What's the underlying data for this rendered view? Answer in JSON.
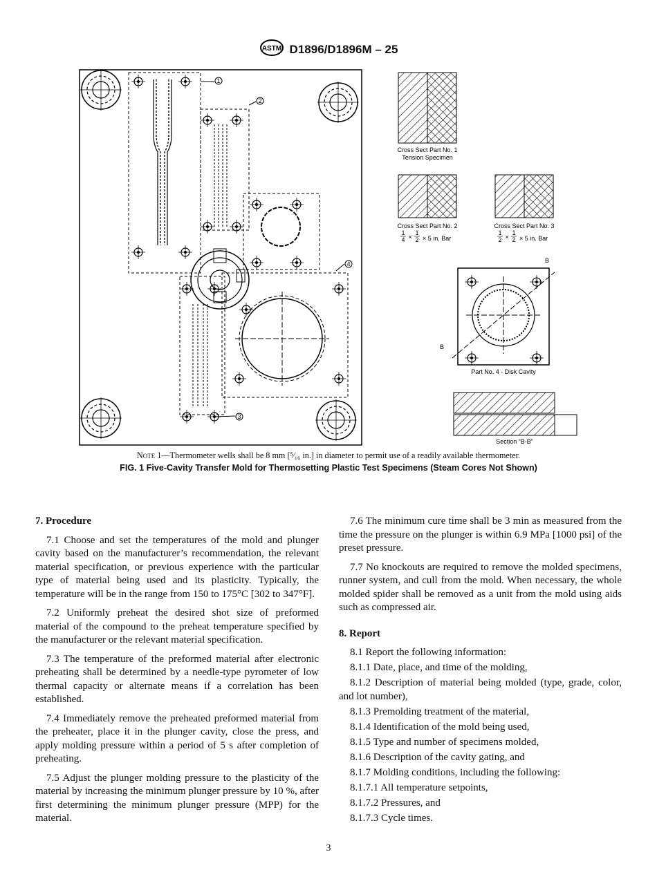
{
  "header": {
    "designation": "D1896/D1896M – 25",
    "logo_text": "ASTM"
  },
  "figure": {
    "callouts": [
      "1",
      "2",
      "3",
      "4"
    ],
    "cross_sect_1": {
      "title": "Cross Sect Part No. 1",
      "sub": "Tension Specimen"
    },
    "cross_sect_2": {
      "title": "Cross Sect Part No. 2",
      "sub": "× 5 in. Bar",
      "frac_a_num": "1",
      "frac_a_den": "4",
      "frac_b_num": "1",
      "frac_b_den": "2"
    },
    "cross_sect_3": {
      "title": "Cross Sect Part No. 3",
      "sub": "× 5 in. Bar",
      "frac_a_num": "1",
      "frac_a_den": "2",
      "frac_b_num": "1",
      "frac_b_den": "2"
    },
    "disk": {
      "title": "Part No. 4 - Disk Cavity",
      "marker": "B"
    },
    "section": {
      "title": "Section “B-B”"
    }
  },
  "note": {
    "prefix": "Note",
    "text": " 1—Thermometer wells shall be 8 mm [⁵⁄₁₆ in.] in diameter to permit use of a readily available thermometer."
  },
  "caption": "FIG. 1 Five-Cavity Transfer Mold for Thermosetting Plastic Test Specimens (Steam Cores Not Shown)",
  "left_column": {
    "heading": "7. Procedure",
    "paragraphs": [
      "7.1 Choose and set the temperatures of the mold and plunger cavity based on the manufacturer’s recommendation, the relevant material specification, or previous experience with the particular type of material being used and its plasticity. Typically, the temperature will be in the range from 150 to 175°C [302 to 347°F].",
      "7.2 Uniformly preheat the desired shot size of preformed material of the compound to the preheat temperature specified by the manufacturer or the relevant material specification.",
      "7.3 The temperature of the preformed material after electronic preheating shall be determined by a needle-type pyrometer of low thermal capacity or alternate means if a correlation has been established.",
      "7.4 Immediately remove the preheated preformed material from the preheater, place it in the plunger cavity, close the press, and apply molding pressure within a period of 5 s after completion of preheating.",
      "7.5 Adjust the plunger molding pressure to the plasticity of the material by increasing the minimum plunger pressure by 10 %, after first determining the minimum plunger pressure (MPP) for the material."
    ]
  },
  "right_column": {
    "paragraphs": [
      "7.6 The minimum cure time shall be 3 min as measured from the time the pressure on the plunger is within 6.9 MPa [1000 psi] of the preset pressure.",
      "7.7 No knockouts are required to remove the molded specimens, runner system, and cull from the mold. When necessary, the whole molded spider shall be removed as a unit from the mold using aids such as compressed air."
    ],
    "heading": "8. Report",
    "items": [
      "8.1 Report the following information:",
      "8.1.1 Date, place, and time of the molding,",
      "8.1.2 Description of material being molded (type, grade, color, and lot number),",
      "8.1.3 Premolding treatment of the material,",
      "8.1.4 Identification of the mold being used,",
      "8.1.5 Type and number of specimens molded,",
      "8.1.6 Description of the cavity gating, and",
      "8.1.7 Molding conditions, including the following:",
      "8.1.7.1 All temperature setpoints,",
      "8.1.7.2 Pressures, and",
      "8.1.7.3 Cycle times."
    ]
  },
  "page_number": "3"
}
